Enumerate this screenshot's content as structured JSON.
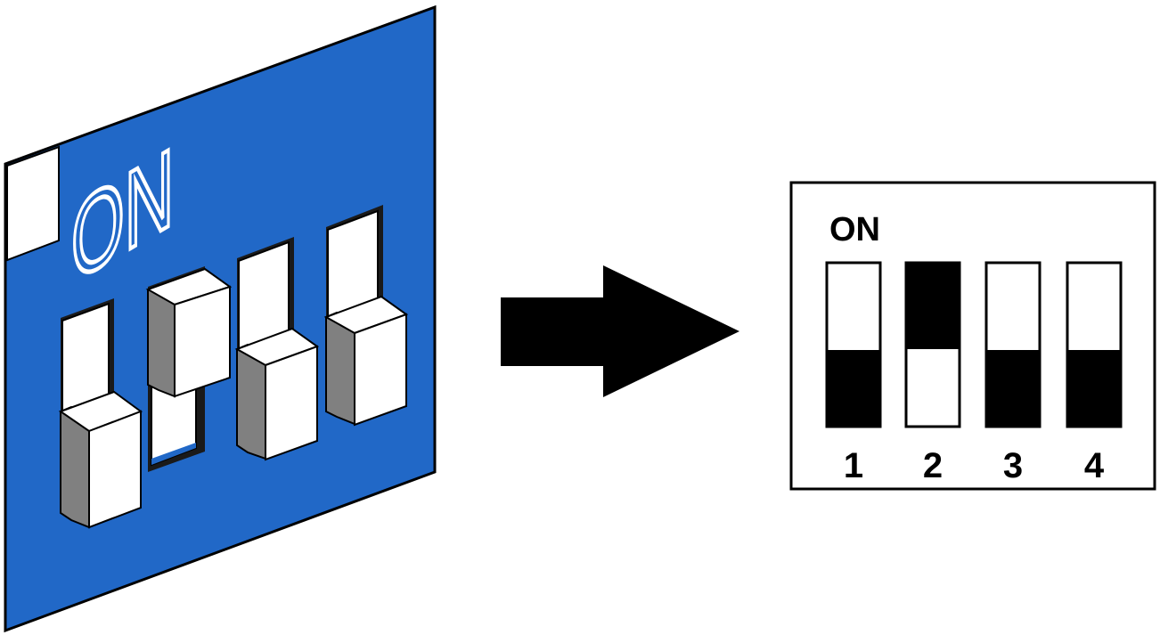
{
  "colors": {
    "board": "#2168c7",
    "ink": "#000000",
    "paper": "#ffffff",
    "shade": "#808080"
  },
  "dip_3d": {
    "label": "ON",
    "switches": [
      {
        "position": "off"
      },
      {
        "position": "on"
      },
      {
        "position": "off"
      },
      {
        "position": "off"
      }
    ]
  },
  "arrow": {
    "icon": "right-arrow-icon"
  },
  "dip_diagram": {
    "label": "ON",
    "switches": [
      {
        "number": "1",
        "position": "off"
      },
      {
        "number": "2",
        "position": "on"
      },
      {
        "number": "3",
        "position": "off"
      },
      {
        "number": "4",
        "position": "off"
      }
    ]
  }
}
